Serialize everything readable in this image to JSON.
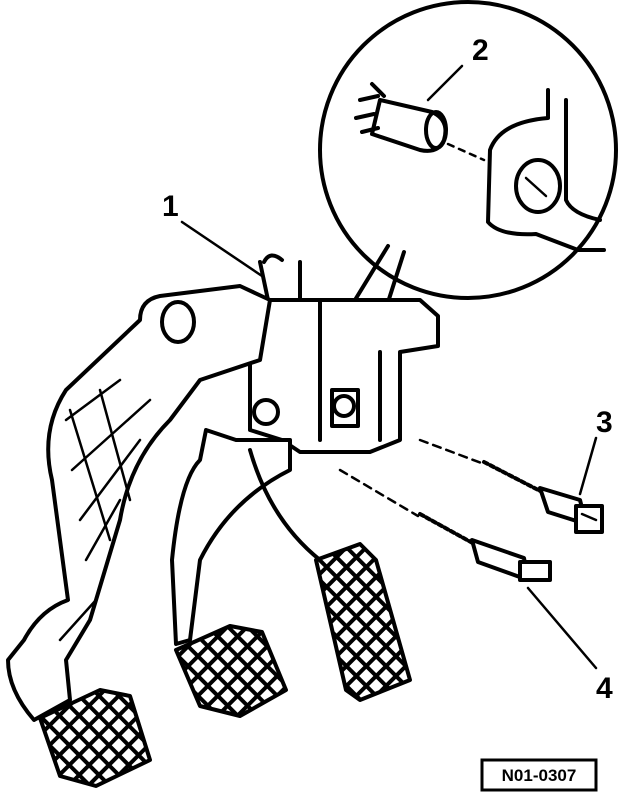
{
  "callouts": [
    {
      "id": "1",
      "label": "1"
    },
    {
      "id": "2",
      "label": "2"
    },
    {
      "id": "3",
      "label": "3"
    },
    {
      "id": "4",
      "label": "4"
    }
  ],
  "reference_code": "N01-0307"
}
